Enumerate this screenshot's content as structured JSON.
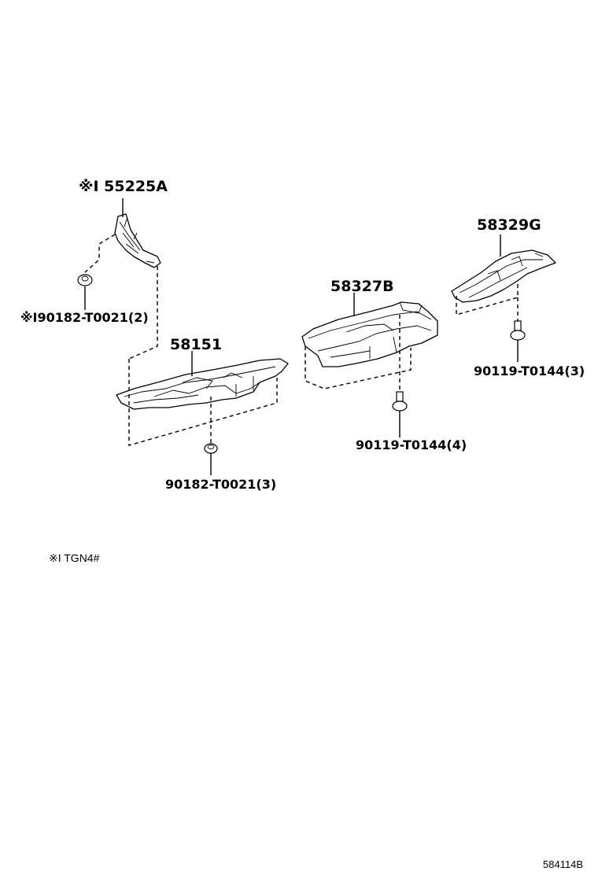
{
  "labels": {
    "p55225a": "※I 55225A",
    "p90182_2": "※I90182-T0021(2)",
    "p58151": "58151",
    "p90182_3": "90182-T0021(3)",
    "p58327b": "58327B",
    "p90119_4": "90119-T0144(4)",
    "p58329g": "58329G",
    "p90119_3": "90119-T0144(3)"
  },
  "note": "※I TGN4#",
  "reference": "584114B"
}
